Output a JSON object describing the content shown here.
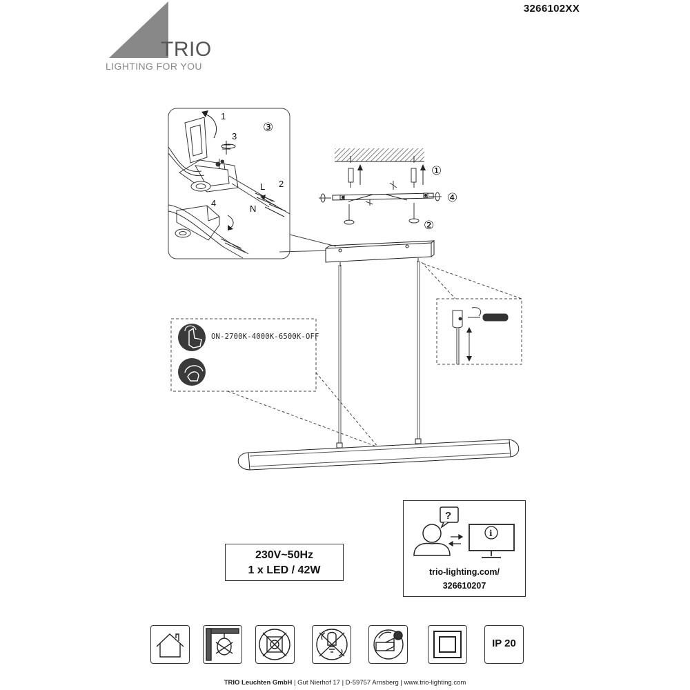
{
  "header": {
    "article_number": "3266102XX",
    "brand": {
      "name": "TRIO",
      "tagline": "LIGHTING FOR YOU"
    }
  },
  "detail_mounting": {
    "circle_number": "③",
    "steps": [
      "1",
      "2",
      "3",
      "4"
    ],
    "wire_labels": [
      "L",
      "N"
    ]
  },
  "ceiling_mounting": {
    "circle_numbers": [
      "①",
      "④",
      "②"
    ]
  },
  "switch_info": {
    "sequence": "ON-2700K-4000K-6500K-OFF"
  },
  "specs": {
    "voltage": "230V~50Hz",
    "lamp": "1 x LED / 42W"
  },
  "info_box": {
    "url_line1": "trio-lighting.com/",
    "url_line2": "326610207"
  },
  "symbols": [
    {
      "icon": "indoor-house-icon"
    },
    {
      "icon": "ceiling-lamp-icon"
    },
    {
      "icon": "no-dimming-icon"
    },
    {
      "icon": "led-not-replaceable-icon"
    },
    {
      "icon": "light-source-recycling-icon"
    },
    {
      "icon": "protection-class-2-icon"
    },
    {
      "icon": "ip-rating-icon",
      "text": "IP 20"
    }
  ],
  "footer": {
    "company": "TRIO Leuchten GmbH",
    "address": " | Gut Nierhof 17 | D-59757 Arnsberg | www.trio-lighting.com"
  }
}
